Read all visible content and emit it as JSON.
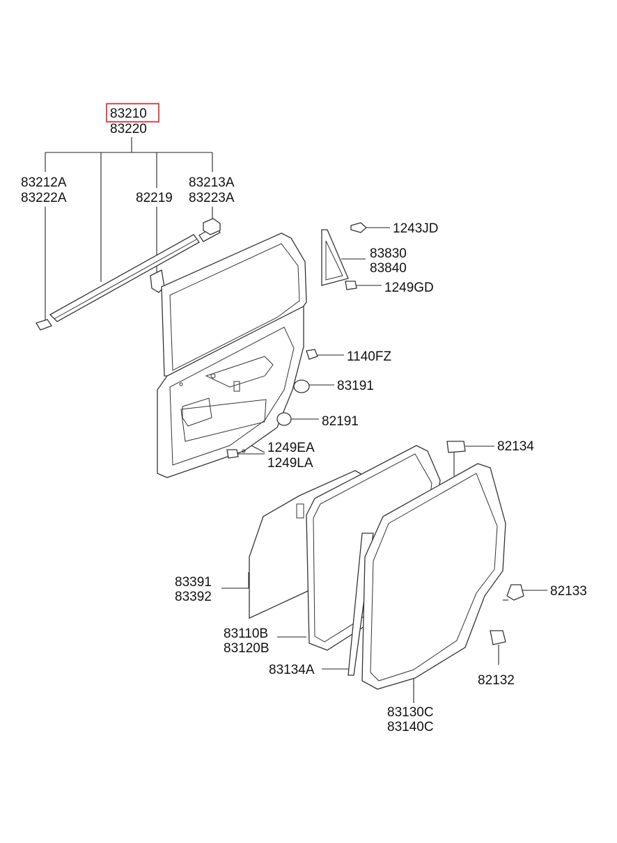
{
  "diagram": {
    "highlight_color": "#e02020",
    "labels": {
      "p83210": "83210",
      "p83220": "83220",
      "p83212A": "83212A",
      "p83222A": "83222A",
      "p82219": "82219",
      "p83213A": "83213A",
      "p83223A": "83223A",
      "p1243JD": "1243JD",
      "p83830": "83830",
      "p83840": "83840",
      "p1249GD": "1249GD",
      "p1140FZ": "1140FZ",
      "p83191": "83191",
      "p82191": "82191",
      "p1249EA": "1249EA",
      "p1249LA": "1249LA",
      "p82134": "82134",
      "p83391": "83391",
      "p83392": "83392",
      "p82133": "82133",
      "p83110B": "83110B",
      "p83120B": "83120B",
      "p83134A": "83134A",
      "p82132": "82132",
      "p83130C": "83130C",
      "p83140C": "83140C"
    }
  }
}
